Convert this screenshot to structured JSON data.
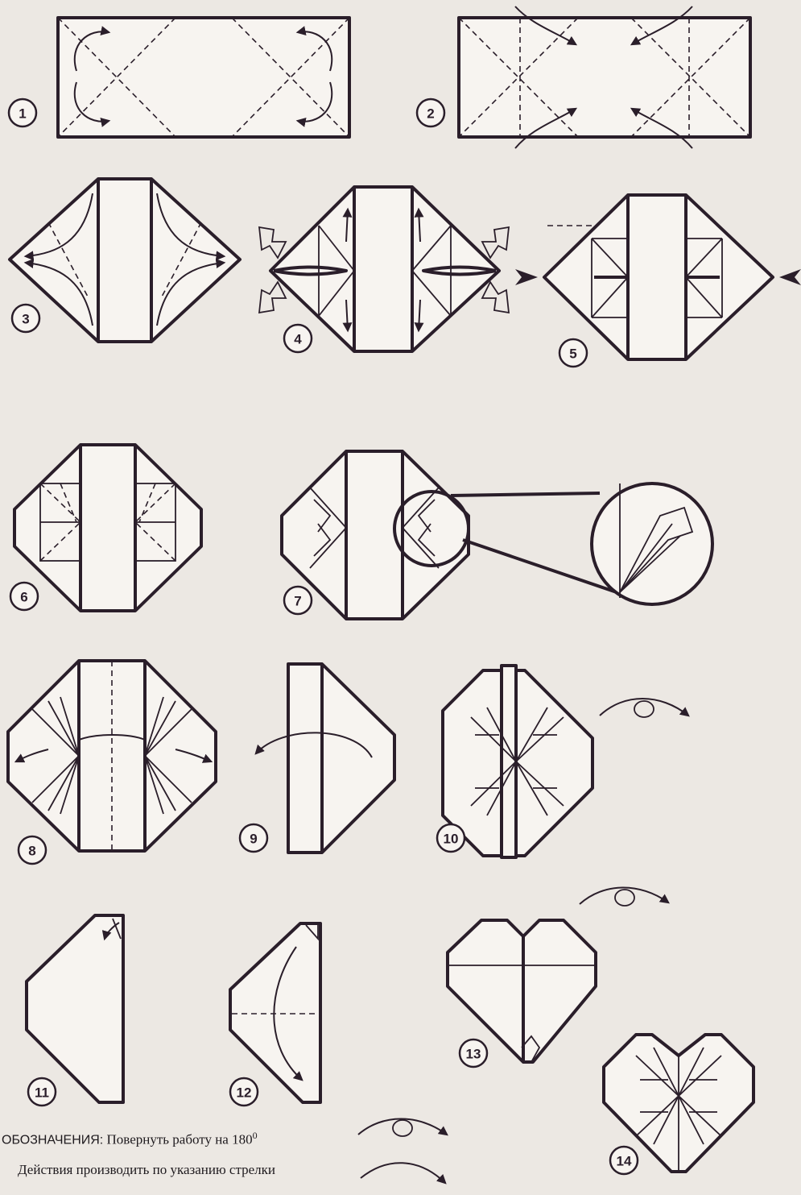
{
  "steps": [
    {
      "n": "1"
    },
    {
      "n": "2"
    },
    {
      "n": "3"
    },
    {
      "n": "4"
    },
    {
      "n": "5"
    },
    {
      "n": "6"
    },
    {
      "n": "7"
    },
    {
      "n": "8"
    },
    {
      "n": "9"
    },
    {
      "n": "10"
    },
    {
      "n": "11"
    },
    {
      "n": "12"
    },
    {
      "n": "13"
    },
    {
      "n": "14"
    }
  ],
  "legend": {
    "title": "ОБОЗНАЧЕНИЯ:",
    "rotate_text": "Повернуть работу на 180",
    "degree_mark": "0",
    "action_text": "Действия производить по указанию стрелки"
  },
  "colors": {
    "ink": "#2a1e2a",
    "paper": "#f7f4f0",
    "background": "#ece8e3"
  }
}
